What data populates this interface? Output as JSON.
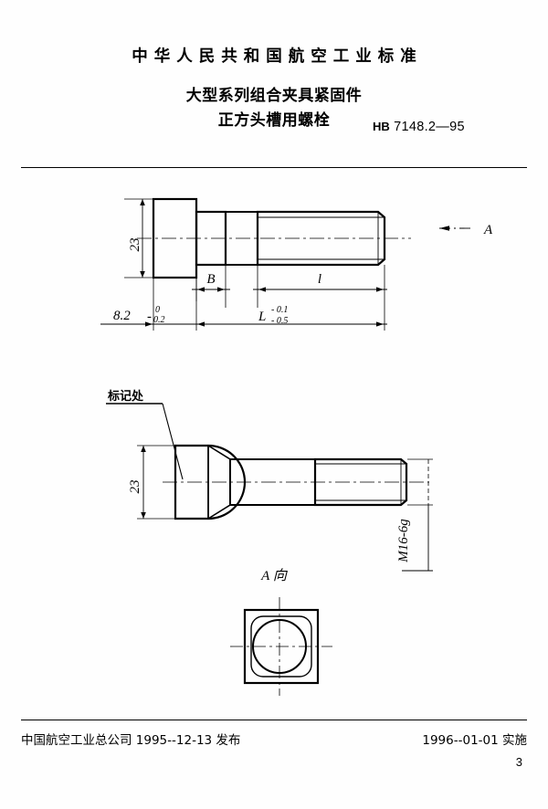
{
  "document": {
    "authority_line": "中华人民共和国航空工业标准",
    "title_line_1": "大型系列组合夹具紧固件",
    "title_line_2": "正方头槽用螺栓",
    "standard_prefix": "HB",
    "standard_number": "7148.2—95",
    "page_number": "3"
  },
  "footer": {
    "issuer": "中国航空工业总公司 1995--12-13 发布",
    "effective": "1996--01-01 实施"
  },
  "figures": {
    "main_view": {
      "caption": "",
      "view_arrow_label": "A",
      "dimensions": {
        "head_height": "23",
        "shoulder_length": "B",
        "thread_length": "l",
        "head_thickness": "8.2",
        "head_thickness_tol_upper": "0",
        "head_thickness_tol_lower": "0.2",
        "total_length": "L",
        "total_length_tol_upper": "- 0.1",
        "total_length_tol_lower": "- 0.5"
      }
    },
    "rotated_view": {
      "marking_note": "标记处",
      "head_width": "23",
      "thread_spec": "M16-6g"
    },
    "end_view": {
      "label": "A 向"
    }
  },
  "colors": {
    "ink": "#000000",
    "paper": "#ffffff"
  }
}
